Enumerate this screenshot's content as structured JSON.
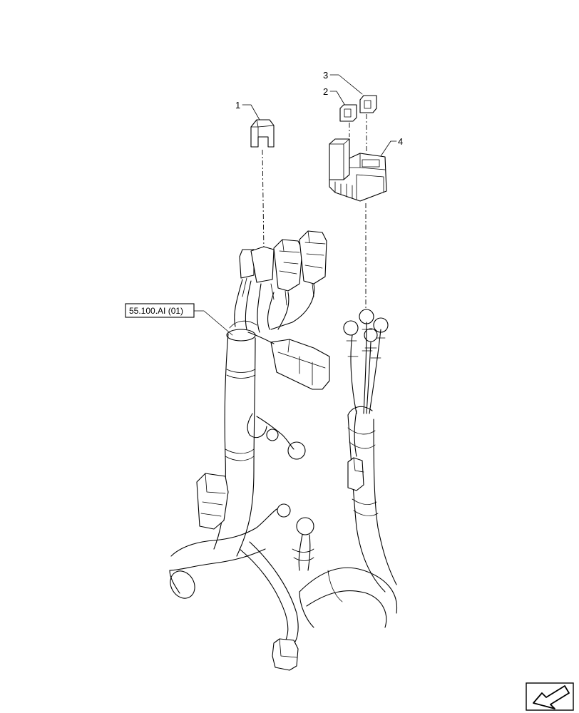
{
  "callouts": [
    {
      "id": "1",
      "label": "1"
    },
    {
      "id": "2",
      "label": "2"
    },
    {
      "id": "3",
      "label": "3"
    },
    {
      "id": "4",
      "label": "4"
    }
  ],
  "reference_label": "55.100.AI (01)",
  "nav_icon": "arrow-left-down-icon"
}
